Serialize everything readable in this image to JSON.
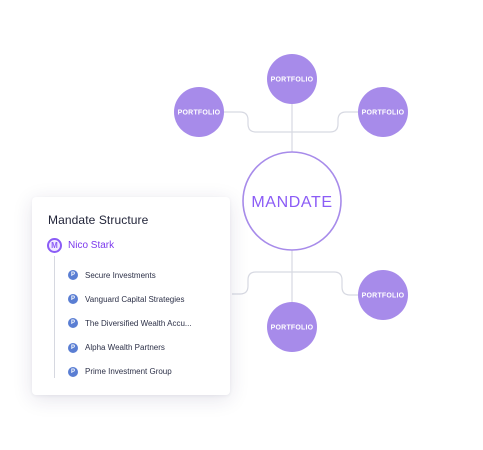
{
  "diagram": {
    "center": {
      "label": "MANDATE",
      "color": "#8b5cf6"
    },
    "nodes": [
      {
        "label": "PORTFOLIO"
      },
      {
        "label": "PORTFOLIO"
      },
      {
        "label": "PORTFOLIO"
      },
      {
        "label": "PORTFOLIO"
      },
      {
        "label": "PORTFOLIO"
      }
    ],
    "node_color": "#a78bea",
    "connector_color": "#d7d9e2"
  },
  "panel": {
    "title": "Mandate Structure",
    "owner": {
      "badge": "M",
      "name": "Nico Stark"
    },
    "item_badge": "P",
    "items": [
      "Secure Investments",
      "Vanguard Capital Strategies",
      "The Diversified Wealth Accu...",
      "Alpha Wealth Partners",
      "Prime Investment Group"
    ]
  }
}
